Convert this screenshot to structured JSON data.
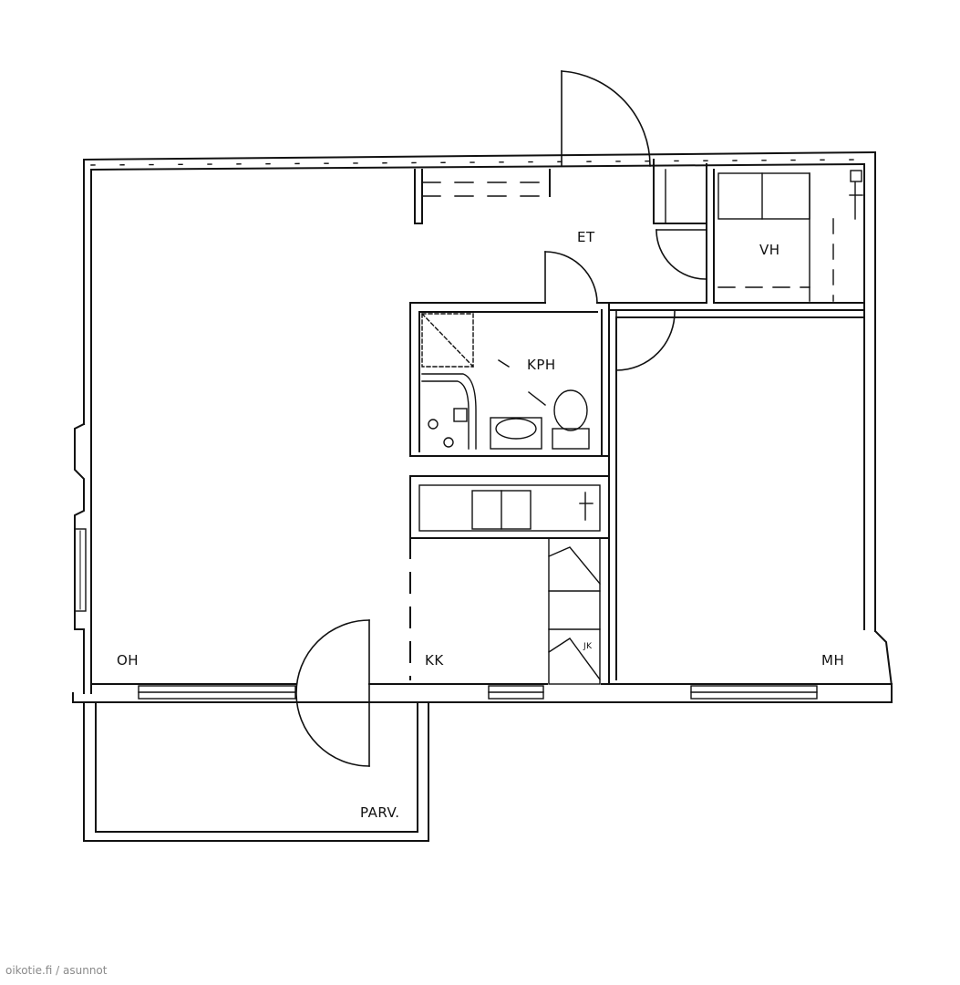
{
  "floorplan": {
    "rooms": {
      "entrance": "ET",
      "storage": "VH",
      "bathroom": "KPH",
      "living_room": "OH",
      "kitchen": "KK",
      "bedroom": "MH",
      "balcony": "PARV."
    },
    "fixture_labels": {
      "fridge": "JK"
    }
  },
  "watermark": "oikotie.fi / asunnot",
  "colors": {
    "ink": "#111111",
    "background": "#ffffff",
    "watermark": "#8a8a8a"
  }
}
